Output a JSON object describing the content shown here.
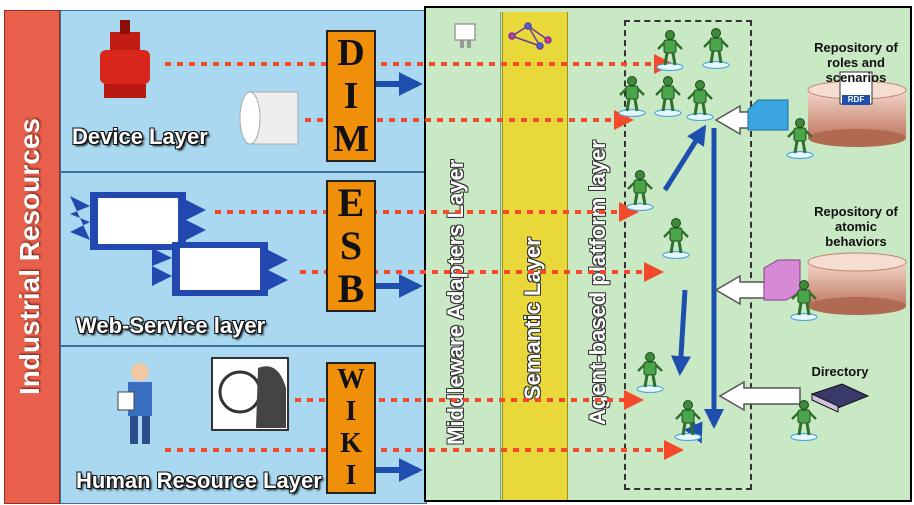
{
  "left_band": {
    "label": "Industrial Resources",
    "color": "#e8604c"
  },
  "layers": [
    {
      "label": "Device Layer"
    },
    {
      "label": "Web-Service layer"
    },
    {
      "label": "Human Resource Layer"
    }
  ],
  "stacks": [
    {
      "letters": [
        "D",
        "I",
        "M"
      ]
    },
    {
      "letters": [
        "E",
        "S",
        "B"
      ]
    },
    {
      "letters": [
        "W",
        "I",
        "K",
        "I"
      ]
    }
  ],
  "vertical_layers": [
    {
      "label": "Middleware Adapters Layer",
      "color": "#c9e8c4"
    },
    {
      "label": "Semantic Layer",
      "color": "#e8d83a"
    },
    {
      "label": "Agent-based platform layer",
      "color": "#c9e8c4"
    }
  ],
  "repositories": [
    {
      "label": "Repository of roles and scenarios",
      "badge": "RDF"
    },
    {
      "label": "Repository of atomic behaviors"
    },
    {
      "label": "Directory"
    }
  ],
  "colors": {
    "resource_panel": "#a9d8f0",
    "stack": "#f0900a",
    "dotted_arrow": "#f24a2a",
    "agent_arrow": "#1f4fae"
  }
}
